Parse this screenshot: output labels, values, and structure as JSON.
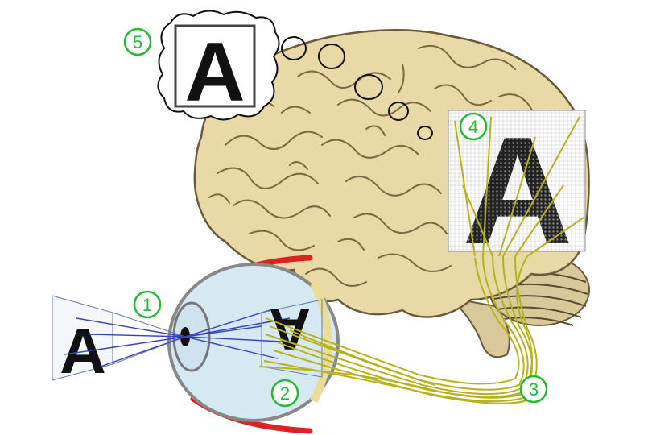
{
  "steps": [
    {
      "number": "1"
    },
    {
      "number": "2"
    },
    {
      "number": "3"
    },
    {
      "number": "4"
    },
    {
      "number": "5"
    }
  ],
  "letters": {
    "object": "A",
    "retina": "A",
    "visual_cortex": "A",
    "thought": "A"
  },
  "colors": {
    "step_marker": "#22bb33",
    "nerve": "#b8b21a",
    "light_rays": "#3344bb",
    "eyelid": "#dd2222",
    "brain_fill": "#e8d9a6",
    "brain_outline": "#6b5a38"
  }
}
